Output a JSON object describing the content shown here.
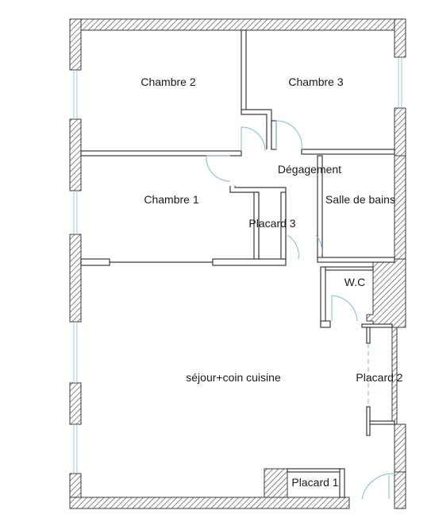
{
  "rooms": {
    "chambre2": "Chambre 2",
    "chambre3": "Chambre 3",
    "degagement": "Dégagement",
    "chambre1": "Chambre 1",
    "salle_de_bains": "Salle de bains",
    "placard3": "Placard 3",
    "wc": "W.C",
    "sejour": "séjour+coin cuisine",
    "placard2": "Placard 2",
    "placard1": "Placard 1"
  },
  "colors": {
    "wall": "#3a3a3a",
    "hatch": "#555555",
    "window": "#9fc7df",
    "door_arc": "#8ab8d4",
    "background": "#ffffff"
  }
}
